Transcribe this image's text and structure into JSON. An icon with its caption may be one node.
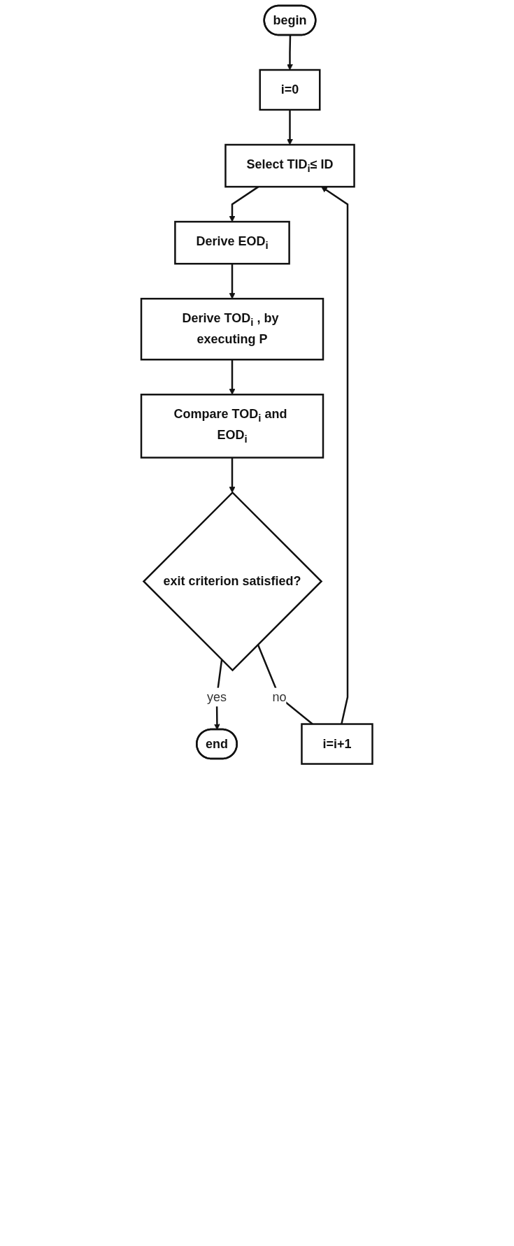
{
  "diagram": {
    "nodes": [
      {
        "text": [
          "begin"
        ]
      },
      {
        "text": [
          "i=0"
        ]
      },
      {
        "text": [
          "Select TID$_{i}$≤ ID"
        ]
      },
      {
        "text": [
          "Derive EOD$_{i}$"
        ]
      },
      {
        "text": [
          "Derive TOD$_{i}$ , by executing P"
        ]
      },
      {
        "text": [
          "Compare TOD$_{i}$ and EOD$_{i}$"
        ]
      },
      {
        "text": [
          "exit criterion satisfied?"
        ]
      },
      {
        "text": [
          "end"
        ]
      },
      {
        "text": [
          "i=i+1"
        ]
      }
    ],
    "edges": [
      {
        "from": 0,
        "to": 1,
        "arrow": "to"
      },
      {
        "from": 1,
        "to": 2,
        "arrow": "to"
      },
      {
        "from": 2,
        "to": 3,
        "arrow": "to"
      },
      {
        "from": 3,
        "to": 4,
        "arrow": "to"
      },
      {
        "from": 4,
        "to": 5,
        "arrow": "to"
      },
      {
        "from": 5,
        "to": 6,
        "arrow": "to"
      },
      {
        "from": 6,
        "to": 7,
        "arrow": "to",
        "label": "yes"
      },
      {
        "from": 6,
        "to": 8,
        "arrow": "none",
        "label": "no"
      },
      {
        "from": 8,
        "to": 2,
        "arrow": "to"
      }
    ]
  }
}
